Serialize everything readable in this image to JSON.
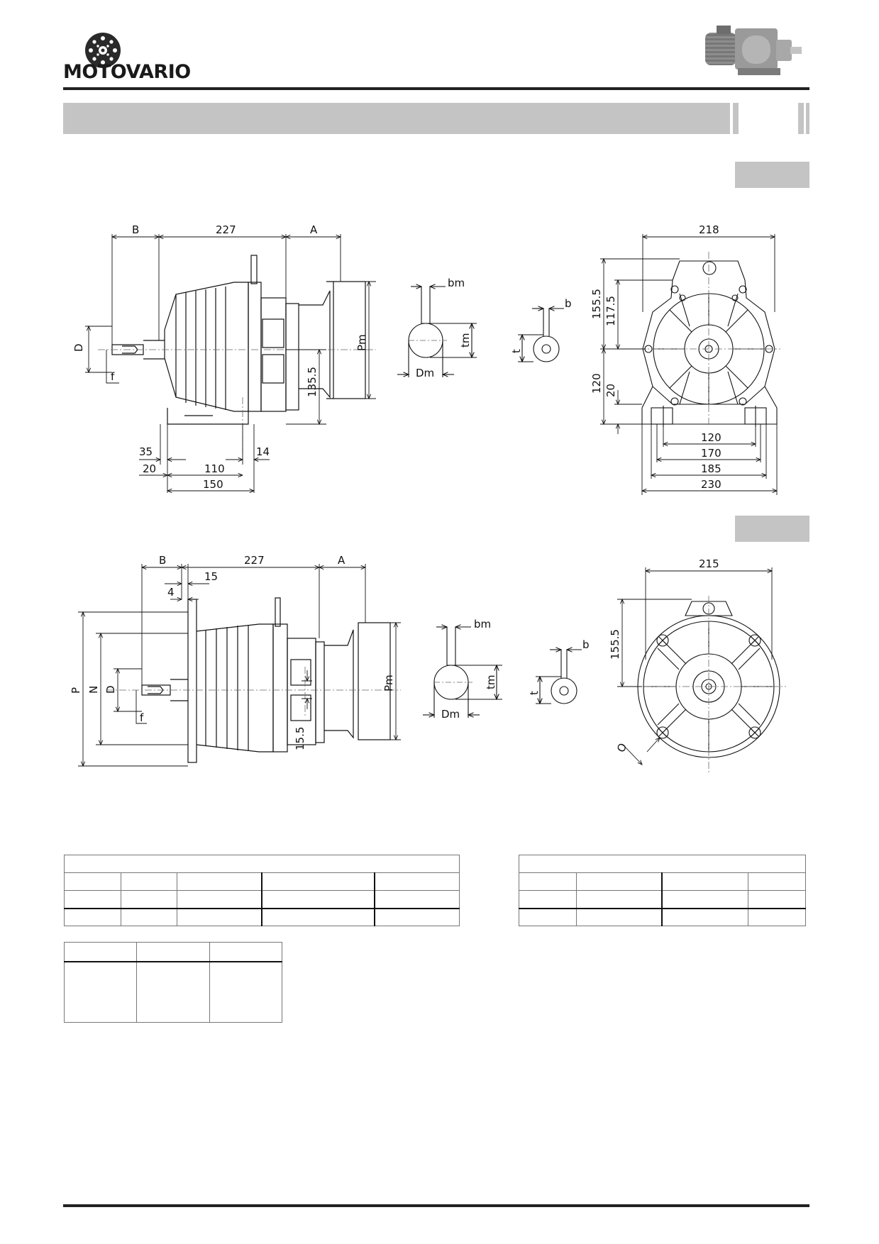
{
  "header": {
    "brand_name": "MOTOVARIO"
  },
  "drawing_top": {
    "side_view": {
      "dim_B": "B",
      "dim_227": "227",
      "dim_A": "A",
      "dim_D": "D",
      "dim_f": "f",
      "dim_Pm": "Pm",
      "dim_135_5": "135.5",
      "dim_35": "35",
      "dim_14": "14",
      "dim_20": "20",
      "dim_110": "110",
      "dim_150": "150"
    },
    "key_views": {
      "bm": "bm",
      "tm": "tm",
      "Dm": "Dm",
      "b": "b",
      "t": "t"
    },
    "front_view": {
      "dim_218": "218",
      "dim_155_5": "155.5",
      "dim_117_5": "117.5",
      "dim_120_v": "120",
      "dim_20_v": "20",
      "dim_120_h": "120",
      "dim_170": "170",
      "dim_185": "185",
      "dim_230": "230"
    }
  },
  "drawing_bottom": {
    "side_view": {
      "dim_B": "B",
      "dim_227": "227",
      "dim_A": "A",
      "dim_15": "15",
      "dim_4": "4",
      "dim_P": "P",
      "dim_N": "N",
      "dim_D": "D",
      "dim_f": "f",
      "dim_15_5": "15.5",
      "dim_Pm": "Pm"
    },
    "key_views": {
      "bm": "bm",
      "tm": "tm",
      "Dm": "Dm",
      "b": "b",
      "t": "t"
    },
    "front_view": {
      "dim_215": "215",
      "dim_155_5": "155.5",
      "dim_O": "O"
    }
  }
}
